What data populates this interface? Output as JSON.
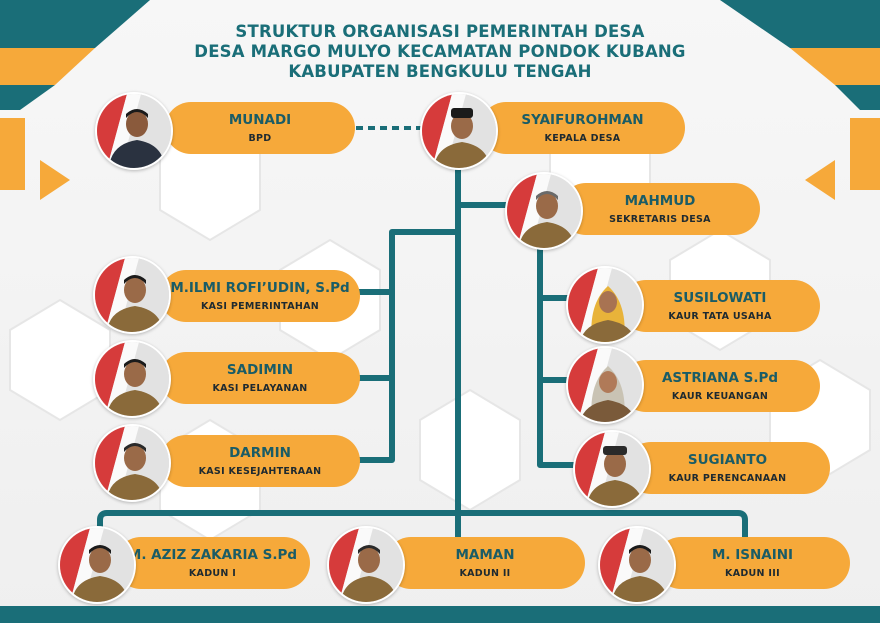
{
  "title": {
    "line1": "STRUKTUR ORGANISASI PEMERINTAH DESA",
    "line2": "DESA MARGO MULYO KECAMATAN PONDOK KUBANG",
    "line3": "KABUPATEN BENGKULU TENGAH"
  },
  "colors": {
    "teal": "#1a6e78",
    "orange": "#f6a93a",
    "name_text": "#1a5c66"
  },
  "members": {
    "bpd": {
      "name": "MUNADI",
      "role": "BPD"
    },
    "kades": {
      "name": "SYAIFUROHMAN",
      "role": "KEPALA DESA"
    },
    "sekdes": {
      "name": "MAHMUD",
      "role": "SEKRETARIS DESA"
    },
    "kasi_pem": {
      "name": "M.ILMI ROFI’UDIN, S.Pd",
      "role": "KASI PEMERINTAHAN"
    },
    "kasi_pel": {
      "name": "SADIMIN",
      "role": "KASI PELAYANAN"
    },
    "kasi_kes": {
      "name": "DARMIN",
      "role": "KASI KESEJAHTERAAN"
    },
    "kaur_tu": {
      "name": "SUSILOWATI",
      "role": "KAUR TATA USAHA"
    },
    "kaur_keu": {
      "name": "ASTRIANA S.Pd",
      "role": "KAUR KEUANGAN"
    },
    "kaur_per": {
      "name": "SUGIANTO",
      "role": "KAUR PERENCANAAN"
    },
    "kadun1": {
      "name": "M. AZIZ ZAKARIA S.Pd",
      "role": "KADUN I"
    },
    "kadun2": {
      "name": "MAMAN",
      "role": "KADUN II"
    },
    "kadun3": {
      "name": "M. ISNAINI",
      "role": "KADUN III"
    }
  }
}
